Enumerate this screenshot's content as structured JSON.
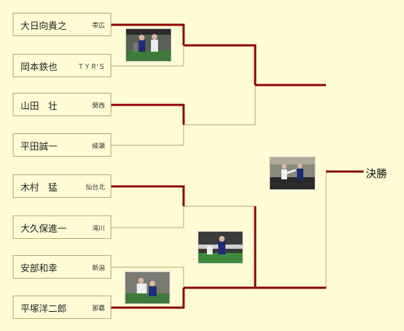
{
  "players": [
    {
      "name": "大日向貴之",
      "club": "帯広"
    },
    {
      "name": "岡本鉄也",
      "club": "ＴＹＲ'Ｓ"
    },
    {
      "name": "山田　壮",
      "club": "関西"
    },
    {
      "name": "平田誠一",
      "club": "綾瀬"
    },
    {
      "name": "木村　猛",
      "club": "仙台北"
    },
    {
      "name": "大久保進一",
      "club": "滝川"
    },
    {
      "name": "安部和幸",
      "club": "新潟"
    },
    {
      "name": "平塚洋二郎",
      "club": "那覇"
    }
  ],
  "final_label": "決勝",
  "colors": {
    "background": "#fffcd6",
    "winner_line": "#8b0000",
    "loser_line": "#b8a46a",
    "box_border": "#b8a46a"
  }
}
